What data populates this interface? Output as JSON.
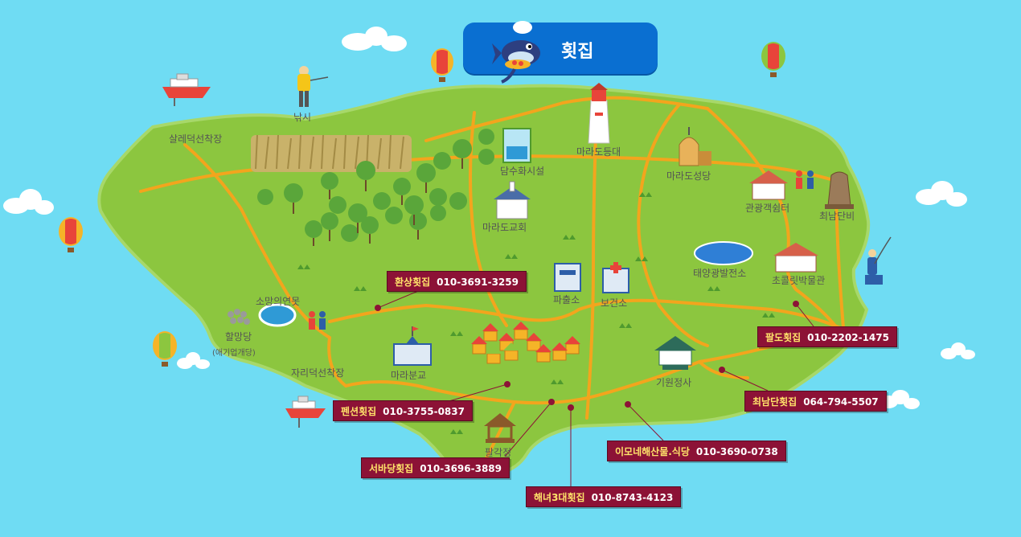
{
  "title": "횟집",
  "landmarks": {
    "fishing": "낚시",
    "salle_dock": "살레덕선착장",
    "desalination": "담수화시설",
    "lighthouse": "마라도등대",
    "cathedral": "마라도성당",
    "tourist_center": "관광객쉼터",
    "southernmost": "최남단비",
    "church": "마라도교회",
    "solar_plant": "태양광발전소",
    "chocolate_museum": "초콜릿박물관",
    "police": "파출소",
    "health_center": "보건소",
    "pond": "소망의연못",
    "shrine": "할망당",
    "shrine_sub": "(애기업개당)",
    "school": "마라분교",
    "jari_dock": "자리덕선착장",
    "temple": "기원정사",
    "pavilion": "팔각정"
  },
  "restaurants": [
    {
      "name": "환상횟집",
      "phone": "010-3691-3259"
    },
    {
      "name": "팔도횟집",
      "phone": "010-2202-1475"
    },
    {
      "name": "최남단횟집",
      "phone": "064-794-5507"
    },
    {
      "name": "펜션횟집",
      "phone": "010-3755-0837"
    },
    {
      "name": "서바당횟집",
      "phone": "010-3696-3889"
    },
    {
      "name": "해녀3대횟집",
      "phone": "010-8743-4123"
    },
    {
      "name": "이모네해산물.식당",
      "phone": "010-3690-0738"
    }
  ],
  "colors": {
    "sea": "#6fdcf3",
    "land": "#8cc63f",
    "road": "#f3a51d",
    "title_bg": "#0a6fd1",
    "shop_bg": "#8c1236",
    "shop_name": "#ffe36a"
  }
}
